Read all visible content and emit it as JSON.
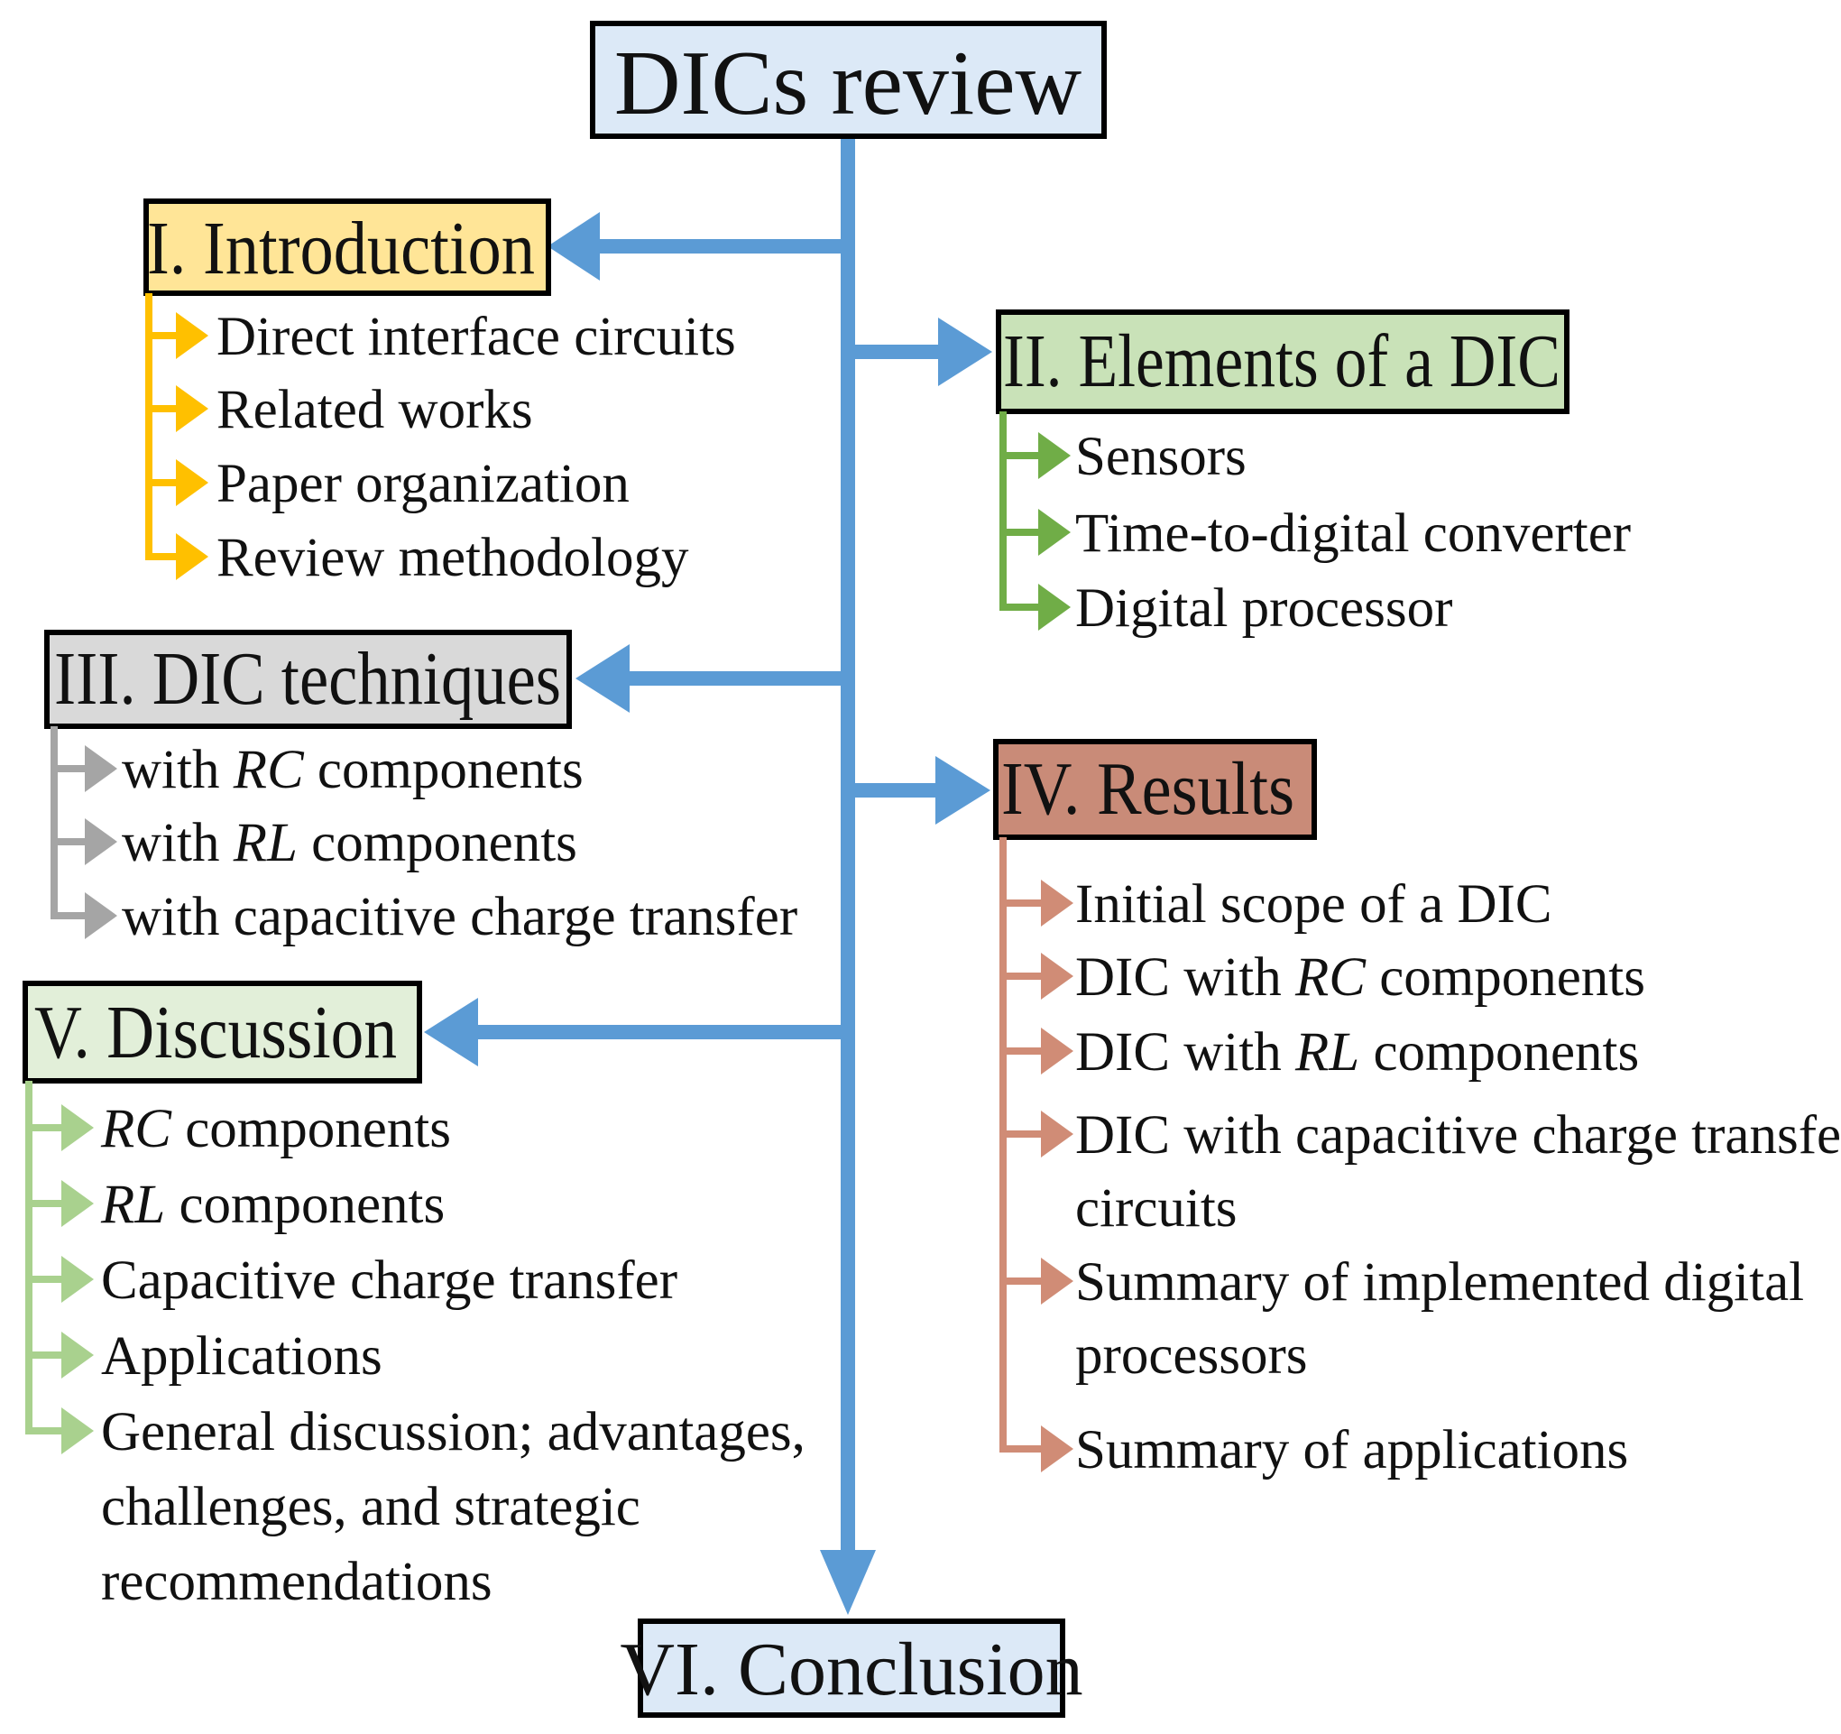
{
  "root": {
    "title": "DICs review",
    "fill": "#dce9f7"
  },
  "trunk_color": "#5b9bd5",
  "sections": [
    {
      "id": "introduction",
      "title": "I. Introduction",
      "fill": "#ffe597",
      "connector_color": "#ffc000",
      "items": [
        [
          "Direct interface circuits"
        ],
        [
          "Related works"
        ],
        [
          "Paper organization"
        ],
        [
          "Review methodology"
        ]
      ]
    },
    {
      "id": "elements",
      "title": "II. Elements of a DIC",
      "fill": "#c9e2b8",
      "connector_color": "#70ad47",
      "items": [
        [
          "Sensors"
        ],
        [
          "Time-to-digital converter"
        ],
        [
          "Digital processor"
        ]
      ]
    },
    {
      "id": "techniques",
      "title": "III. DIC techniques",
      "fill": "#d9d9d9",
      "connector_color": "#a5a5a5",
      "items": [
        [
          "with RC components"
        ],
        [
          "with RL components"
        ],
        [
          "with capacitive charge transfer"
        ]
      ]
    },
    {
      "id": "results",
      "title": "IV. Results",
      "fill": "#c98b78",
      "connector_color": "#d08c76",
      "items": [
        [
          "Initial scope of a DIC"
        ],
        [
          "DIC with RC components"
        ],
        [
          "DIC with RL components"
        ],
        [
          "DIC with capacitive charge transfer",
          "circuits"
        ],
        [
          "Summary of implemented digital",
          "processors"
        ],
        [
          "Summary of applications"
        ]
      ]
    },
    {
      "id": "discussion",
      "title": "V. Discussion",
      "fill": "#e2efd9",
      "connector_color": "#a9d18e",
      "items": [
        [
          "RC components"
        ],
        [
          "RL components"
        ],
        [
          "Capacitive charge transfer"
        ],
        [
          "Applications"
        ],
        [
          "General discussion; advantages,",
          "challenges, and strategic",
          "recommendations"
        ]
      ]
    }
  ],
  "conclusion": {
    "title": "VI. Conclusion",
    "fill": "#dce9f7"
  }
}
